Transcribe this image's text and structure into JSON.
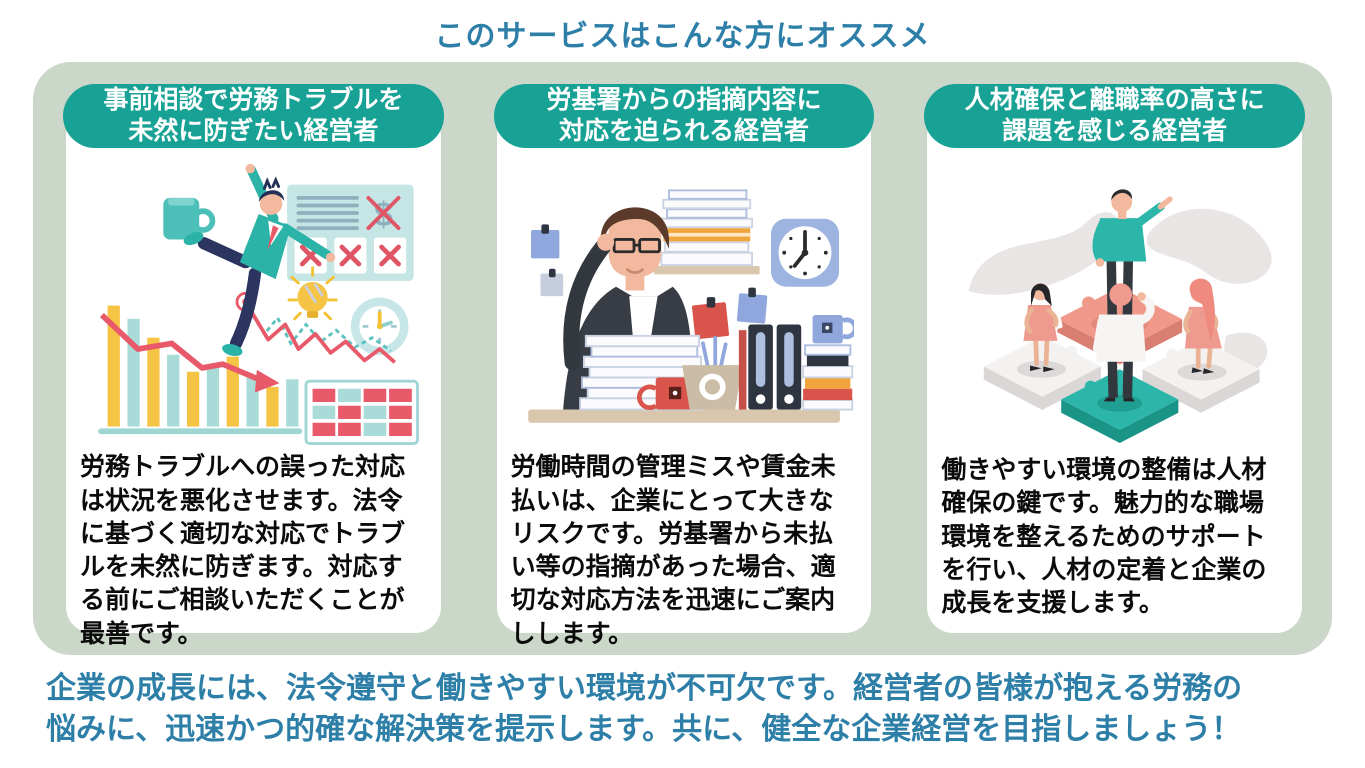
{
  "page": {
    "title": "このサービスはこんな方にオススメ",
    "footer_text": "企業の成長には、法令遵守と働きやすい環境が不可欠です。経営者の皆様が抱える労務の\n悩みに、迅速かつ的確な解決策を提示します。共に、健全な企業経営を目指しましょう！"
  },
  "colors": {
    "accent_teal": "#18a295",
    "panel_green": "#cbd7c8",
    "heading_blue": "#2e7fa8",
    "body_black": "#0b0b0b",
    "card_white": "#ffffff",
    "illustration_yellow": "#f6c445",
    "illustration_red": "#e8596a",
    "illustration_salmon": "#ef9a8e",
    "illustration_navy": "#2b3560"
  },
  "cards": [
    {
      "header": "事前相談で労務トラブルを\n未然に防ぎたい経営者",
      "body": "労務トラブルへの誤った対応は状況を悪化させます。法令に基づく適切な対応でトラブルを未然に防ぎます。対応する前にご相談いただくことが最善です。",
      "illustration": "falling-businessman-declining-charts-illustration"
    },
    {
      "header": "労基署からの指摘内容に\n対応を迫られる経営者",
      "body": "労働時間の管理ミスや賃金未払いは、企業にとって大きなリスクです。労基署から未払い等の指摘があった場合、適切な対応方法を迅速にご案内しします。",
      "illustration": "overworked-man-paperwork-illustration"
    },
    {
      "header": "人材確保と離職率の高さに\n課題を感じる経営者",
      "body": "働きやすい環境の整備は人材確保の鍵です。魅力的な職場環境を整えるためのサポートを行い、人材の定着と企業の成長を支援します。",
      "illustration": "team-on-puzzle-pieces-illustration"
    }
  ]
}
